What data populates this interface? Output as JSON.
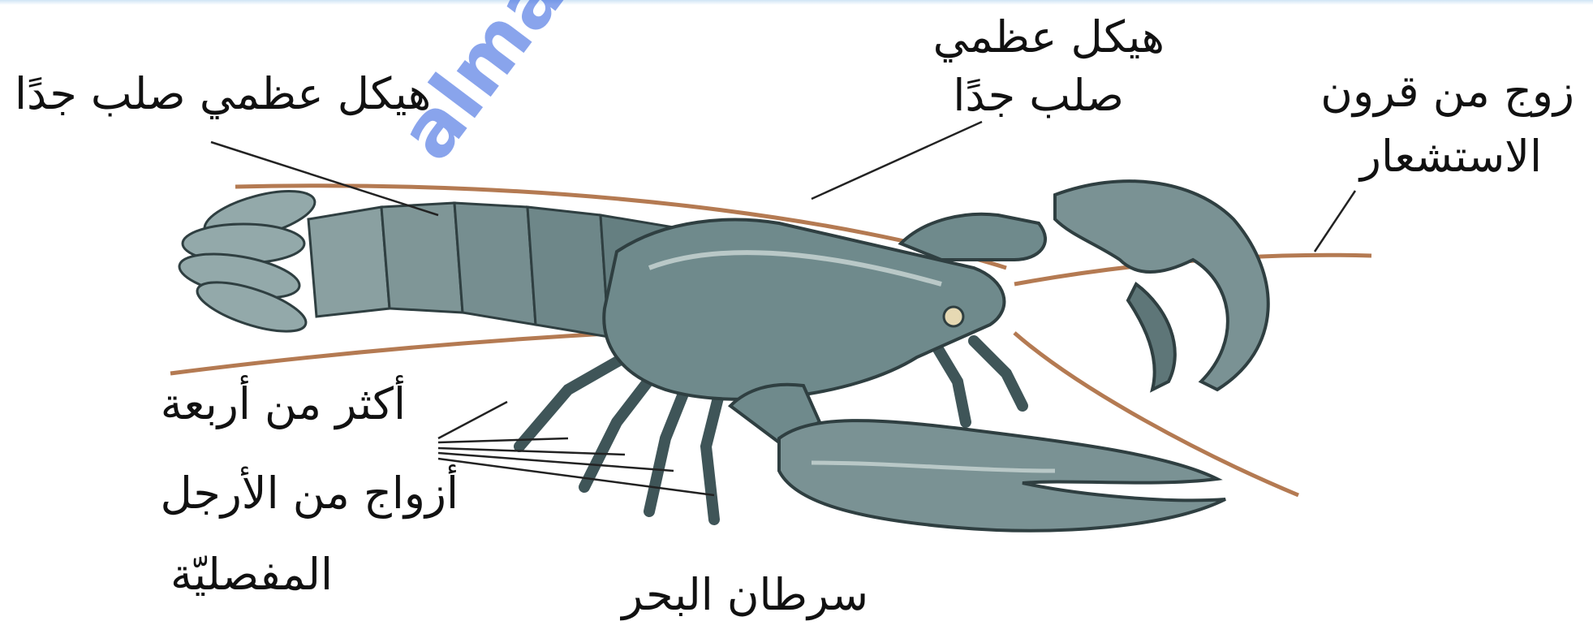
{
  "labels": {
    "exoskeleton_left": "هيكل عظمي صلب جدًا",
    "exoskeleton_top_line1": "هيكل عظمي",
    "exoskeleton_top_line2": "صلب جدًا",
    "antennae_line1": "زوج من قرون",
    "antennae_line2": "الاستشعار",
    "legs_line1": "أكثر من أربعة",
    "legs_line2": "أزواج من الأرجل",
    "legs_line3": "المفصليّة",
    "caption": "سرطان البحر"
  },
  "watermark": "almanahj.com",
  "colors": {
    "shell": "#6f8a8c",
    "shell_dark": "#3f5558",
    "shell_light": "#b9c8c7",
    "antenna": "#b47a52",
    "leader_line": "#222222",
    "watermark": "#2f5fdc"
  }
}
